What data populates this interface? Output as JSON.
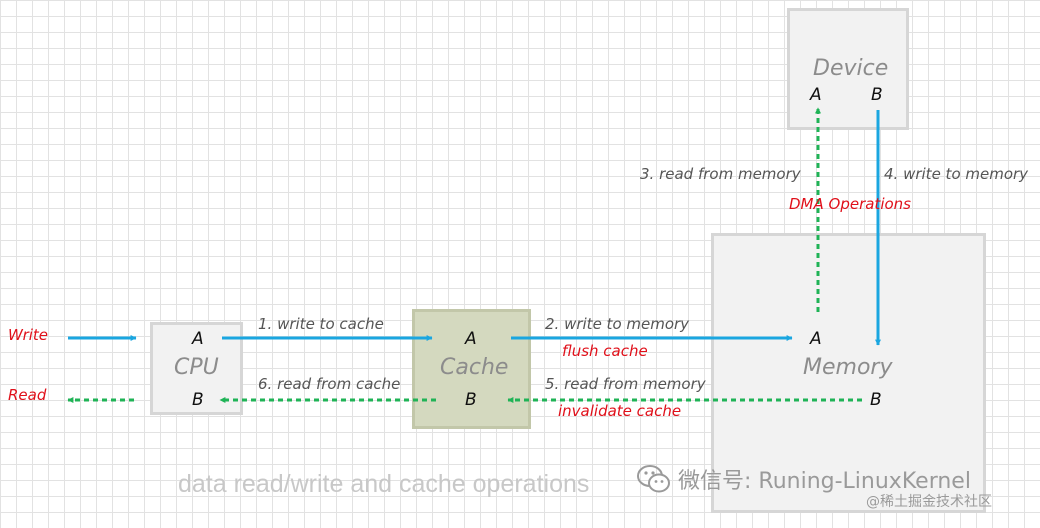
{
  "cpu": {
    "name": "CPU",
    "port_a": "A",
    "port_b": "B"
  },
  "cache": {
    "name": "Cache",
    "port_a": "A",
    "port_b": "B"
  },
  "memory": {
    "name": "Memory",
    "port_a": "A",
    "port_b": "B"
  },
  "device": {
    "name": "Device",
    "port_a": "A",
    "port_b": "B"
  },
  "labels": {
    "write": "Write",
    "read": "Read",
    "step1": "1. write to cache",
    "step2": "2. write to memory",
    "flush": "flush cache",
    "step3": "3. read from memory",
    "step4": "4. write to memory",
    "dma": "DMA Operations",
    "step5": "5. read from memory",
    "invalidate": "invalidate cache",
    "step6": "6. read from cache"
  },
  "caption": "data read/write and cache operations",
  "watermark": {
    "main": "微信号: Runing-LinuxKernel",
    "sub": "@稀土掘金技术社区"
  },
  "colors": {
    "write_arrow": "#1aa6e0",
    "read_arrow": "#1fb356",
    "highlight_text": "#e0101a",
    "cache_fill": "#d4d9bf",
    "box_fill": "#f2f2f2"
  }
}
